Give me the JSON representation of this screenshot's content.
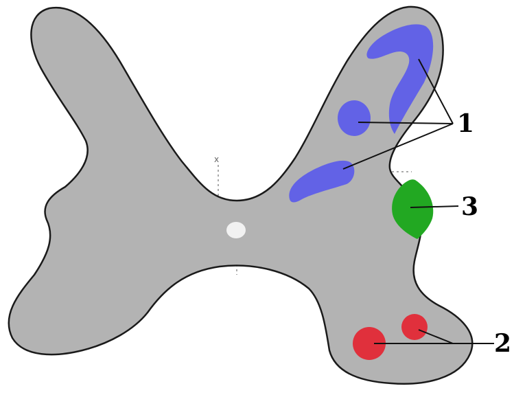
{
  "diagram": {
    "labels": {
      "one": "1",
      "two": "2",
      "three": "3"
    },
    "colors": {
      "section_fill": "#b3b3b3",
      "outline": "#1a1a1a",
      "blue_region": "#6262e6",
      "red_region": "#e0303c",
      "green_region": "#22a822",
      "central_canal": "#f2f2f2",
      "leader_line": "#111111",
      "guide_dash": "#555555"
    },
    "small_mark": "x"
  }
}
